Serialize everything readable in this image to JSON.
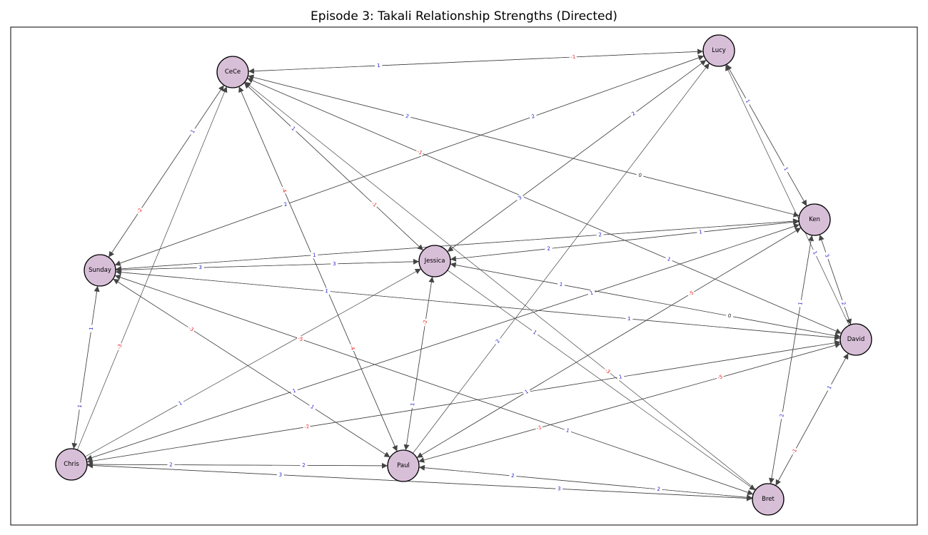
{
  "title": "Episode 3: Takali Relationship Strengths (Directed)",
  "colors": {
    "node_fill": "#d8bfd8",
    "node_stroke": "#000000",
    "edge": "#444444",
    "positive_label": "#1a1acd",
    "negative_label": "#e8221c",
    "zero_label": "#222222"
  },
  "nodes": [
    {
      "id": "Lucy",
      "label": "Lucy"
    },
    {
      "id": "CeCe",
      "label": "CeCe"
    },
    {
      "id": "Ken",
      "label": "Ken"
    },
    {
      "id": "Sunday",
      "label": "Sunday"
    },
    {
      "id": "Jessica",
      "label": "Jessica"
    },
    {
      "id": "David",
      "label": "David"
    },
    {
      "id": "Chris",
      "label": "Chris"
    },
    {
      "id": "Paul",
      "label": "Paul"
    },
    {
      "id": "Bret",
      "label": "Bret"
    }
  ],
  "edges": [
    {
      "source": "CeCe",
      "target": "Lucy",
      "weight": "1"
    },
    {
      "source": "Lucy",
      "target": "CeCe",
      "weight": "-1"
    },
    {
      "source": "CeCe",
      "target": "Sunday",
      "weight": "1"
    },
    {
      "source": "Sunday",
      "target": "CeCe",
      "weight": "-2"
    },
    {
      "source": "Chris",
      "target": "CeCe",
      "weight": "-3"
    },
    {
      "source": "CeCe",
      "target": "Jessica",
      "weight": "1"
    },
    {
      "source": "Jessica",
      "target": "CeCe",
      "weight": "-1"
    },
    {
      "source": "CeCe",
      "target": "Ken",
      "weight": "2"
    },
    {
      "source": "Ken",
      "target": "CeCe",
      "weight": "0"
    },
    {
      "source": "CeCe",
      "target": "David",
      "weight": "-1"
    },
    {
      "source": "David",
      "target": "CeCe",
      "weight": "1"
    },
    {
      "source": "CeCe",
      "target": "Paul",
      "weight": "-4"
    },
    {
      "source": "Paul",
      "target": "CeCe",
      "weight": "-4"
    },
    {
      "source": "Bret",
      "target": "CeCe",
      "weight": "-3"
    },
    {
      "source": "Sunday",
      "target": "Lucy",
      "weight": "2"
    },
    {
      "source": "Lucy",
      "target": "Sunday",
      "weight": "2"
    },
    {
      "source": "Jessica",
      "target": "Lucy",
      "weight": "3"
    },
    {
      "source": "Lucy",
      "target": "Jessica",
      "weight": "2"
    },
    {
      "source": "Paul",
      "target": "Lucy",
      "weight": "2"
    },
    {
      "source": "Lucy",
      "target": "Ken",
      "weight": "1"
    },
    {
      "source": "Ken",
      "target": "Lucy",
      "weight": "1"
    },
    {
      "source": "David",
      "target": "Lucy",
      "weight": "1"
    },
    {
      "source": "Sunday",
      "target": "Ken",
      "weight": "1"
    },
    {
      "source": "Ken",
      "target": "Sunday",
      "weight": "2"
    },
    {
      "source": "Sunday",
      "target": "Jessica",
      "weight": "3"
    },
    {
      "source": "Jessica",
      "target": "Sunday",
      "weight": "3"
    },
    {
      "source": "Sunday",
      "target": "David",
      "weight": "1"
    },
    {
      "source": "David",
      "target": "Sunday",
      "weight": "1"
    },
    {
      "source": "Sunday",
      "target": "Chris",
      "weight": "1"
    },
    {
      "source": "Chris",
      "target": "Sunday",
      "weight": "1"
    },
    {
      "source": "Sunday",
      "target": "Paul",
      "weight": "-3"
    },
    {
      "source": "Paul",
      "target": "Sunday",
      "weight": "1"
    },
    {
      "source": "Sunday",
      "target": "Bret",
      "weight": "-5"
    },
    {
      "source": "Bret",
      "target": "Sunday",
      "weight": "1"
    },
    {
      "source": "Ken",
      "target": "Jessica",
      "weight": "1"
    },
    {
      "source": "Jessica",
      "target": "Ken",
      "weight": "2"
    },
    {
      "source": "David",
      "target": "Jessica",
      "weight": "0"
    },
    {
      "source": "Jessica",
      "target": "David",
      "weight": "1"
    },
    {
      "source": "Chris",
      "target": "Jessica",
      "weight": "1"
    },
    {
      "source": "Paul",
      "target": "Jessica",
      "weight": "1"
    },
    {
      "source": "Jessica",
      "target": "Paul",
      "weight": "-2"
    },
    {
      "source": "Jessica",
      "target": "Bret",
      "weight": "1"
    },
    {
      "source": "Ken",
      "target": "David",
      "weight": "3"
    },
    {
      "source": "David",
      "target": "Ken",
      "weight": "2"
    },
    {
      "source": "Ken",
      "target": "Chris",
      "weight": "1"
    },
    {
      "source": "Chris",
      "target": "Ken",
      "weight": "1"
    },
    {
      "source": "Ken",
      "target": "Paul",
      "weight": "-5"
    },
    {
      "source": "Paul",
      "target": "Ken",
      "weight": "1"
    },
    {
      "source": "Ken",
      "target": "Bret",
      "weight": "1"
    },
    {
      "source": "Bret",
      "target": "Ken",
      "weight": "2"
    },
    {
      "source": "Chris",
      "target": "David",
      "weight": "-2"
    },
    {
      "source": "David",
      "target": "Chris",
      "weight": "1"
    },
    {
      "source": "Paul",
      "target": "David",
      "weight": "-1"
    },
    {
      "source": "David",
      "target": "Paul",
      "weight": "-5"
    },
    {
      "source": "David",
      "target": "Bret",
      "weight": "1"
    },
    {
      "source": "Bret",
      "target": "David",
      "weight": "-1"
    },
    {
      "source": "Chris",
      "target": "Paul",
      "weight": "2"
    },
    {
      "source": "Paul",
      "target": "Chris",
      "weight": "2"
    },
    {
      "source": "Chris",
      "target": "Bret",
      "weight": "3"
    },
    {
      "source": "Bret",
      "target": "Chris",
      "weight": "3"
    },
    {
      "source": "Paul",
      "target": "Bret",
      "weight": "2"
    },
    {
      "source": "Bret",
      "target": "Paul",
      "weight": "2"
    }
  ]
}
